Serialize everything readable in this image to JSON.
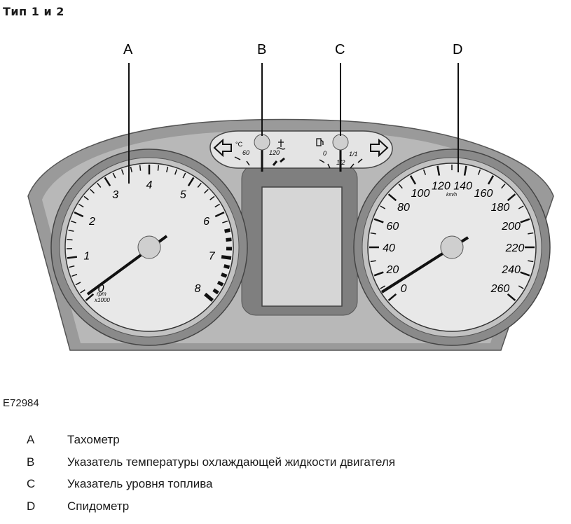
{
  "heading": "Тип 1 и 2",
  "callouts": [
    "A",
    "B",
    "C",
    "D"
  ],
  "tachometer": {
    "labels": [
      "0",
      "1",
      "2",
      "3",
      "4",
      "5",
      "6",
      "7",
      "8"
    ],
    "unit_line1": "rpm",
    "unit_line2": "x1000"
  },
  "temperature_gauge": {
    "unit": "°C",
    "low": "60",
    "high": "120"
  },
  "fuel_gauge": {
    "empty": "0",
    "half": "1/2",
    "full": "1/1"
  },
  "speedometer": {
    "labels": [
      "0",
      "20",
      "40",
      "60",
      "80",
      "100",
      "120",
      "140",
      "160",
      "180",
      "200",
      "220",
      "240",
      "260"
    ],
    "unit": "km/h"
  },
  "image_code": "E72984",
  "legend": [
    {
      "key": "A",
      "text": "Тахометр"
    },
    {
      "key": "B",
      "text": "Указатель температуры охлаждающей жидкости двигателя"
    },
    {
      "key": "C",
      "text": "Указатель уровня топлива"
    },
    {
      "key": "D",
      "text": "Спидометр"
    }
  ]
}
